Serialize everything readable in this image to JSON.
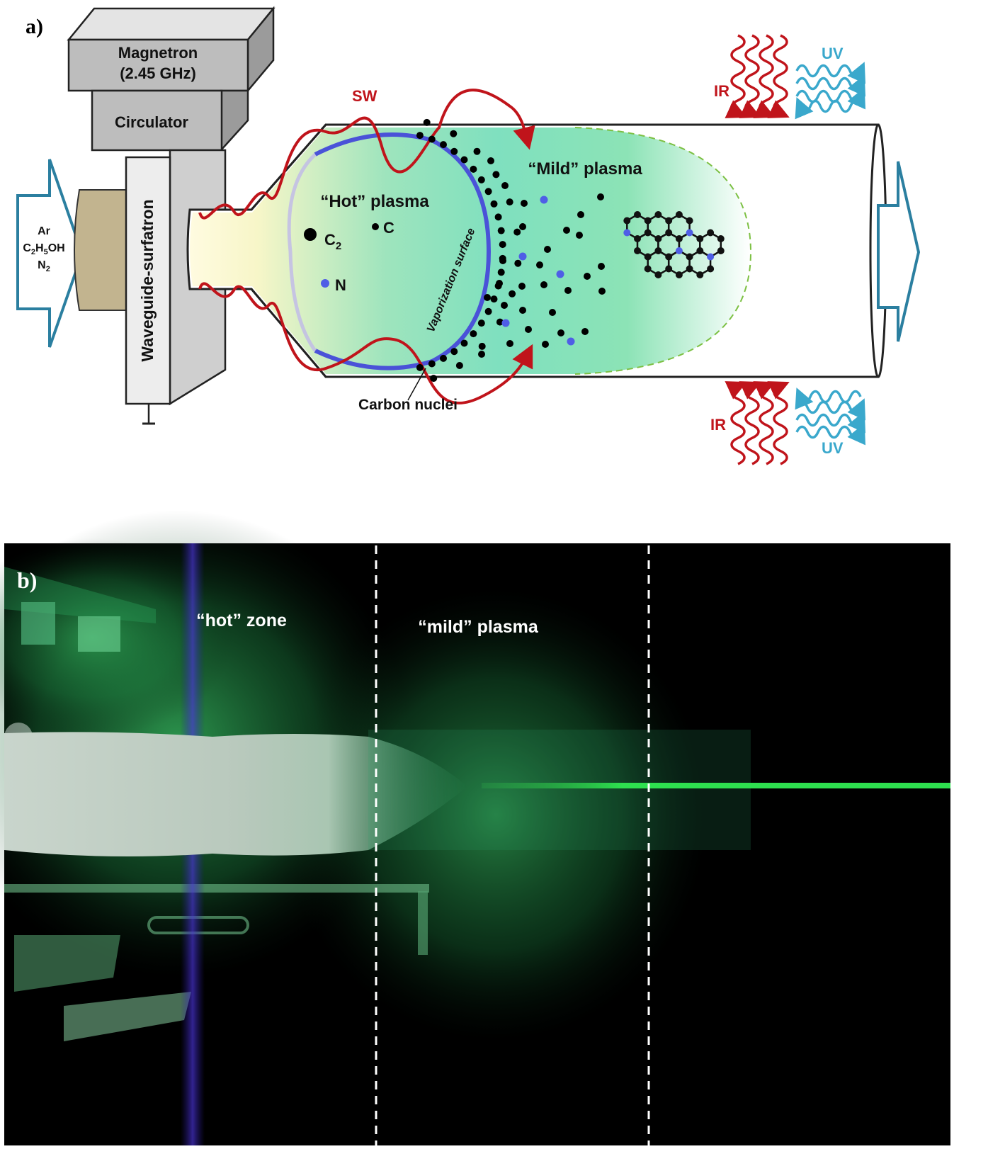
{
  "panel_a": {
    "label": "a)",
    "magnetron": {
      "line1": "Magnetron",
      "line2": "(2.45 GHz)"
    },
    "circulator": "Circulator",
    "waveguide": "Waveguide-surfatron",
    "gas_inlet": [
      "Ar",
      "C2H5OH",
      "N2"
    ],
    "sw": "SW",
    "hot_plasma": "“Hot” plasma",
    "mild_plasma": "“Mild” plasma",
    "vaporization": "Vaporization surface",
    "carbon_nuclei": "Carbon nuclei",
    "species": {
      "c2": "C2",
      "c": "C",
      "n": "N"
    },
    "ir": "IR",
    "uv": "UV"
  },
  "panel_b": {
    "label": "b)",
    "hot_zone": "“hot” zone",
    "mild_plasma": "“mild” plasma"
  },
  "colors": {
    "red": "#c0141b",
    "uv_blue": "#3aa8cc",
    "arrow_blue": "#2b7fa0",
    "ring_blue": "#4a52d8",
    "dot_blue": "#4f5ee6",
    "plasma_green": "#2de26a"
  }
}
